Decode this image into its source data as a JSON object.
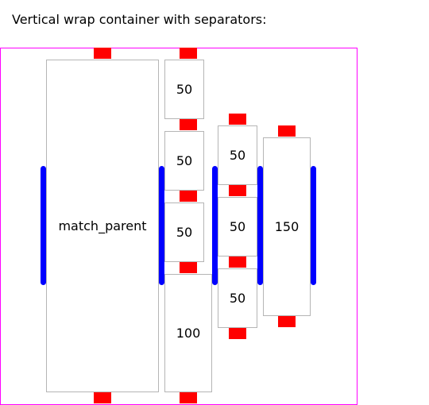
{
  "heading": "Vertical wrap container with separators:",
  "items": [
    "match_parent",
    "50",
    "50",
    "50",
    "100",
    "50",
    "50",
    "50",
    "150"
  ],
  "colors": {
    "container_border": "#ff00ff",
    "item_border": "#b5b5b5",
    "item_separator": "#ff0000",
    "line_separator": "#0000ff"
  }
}
